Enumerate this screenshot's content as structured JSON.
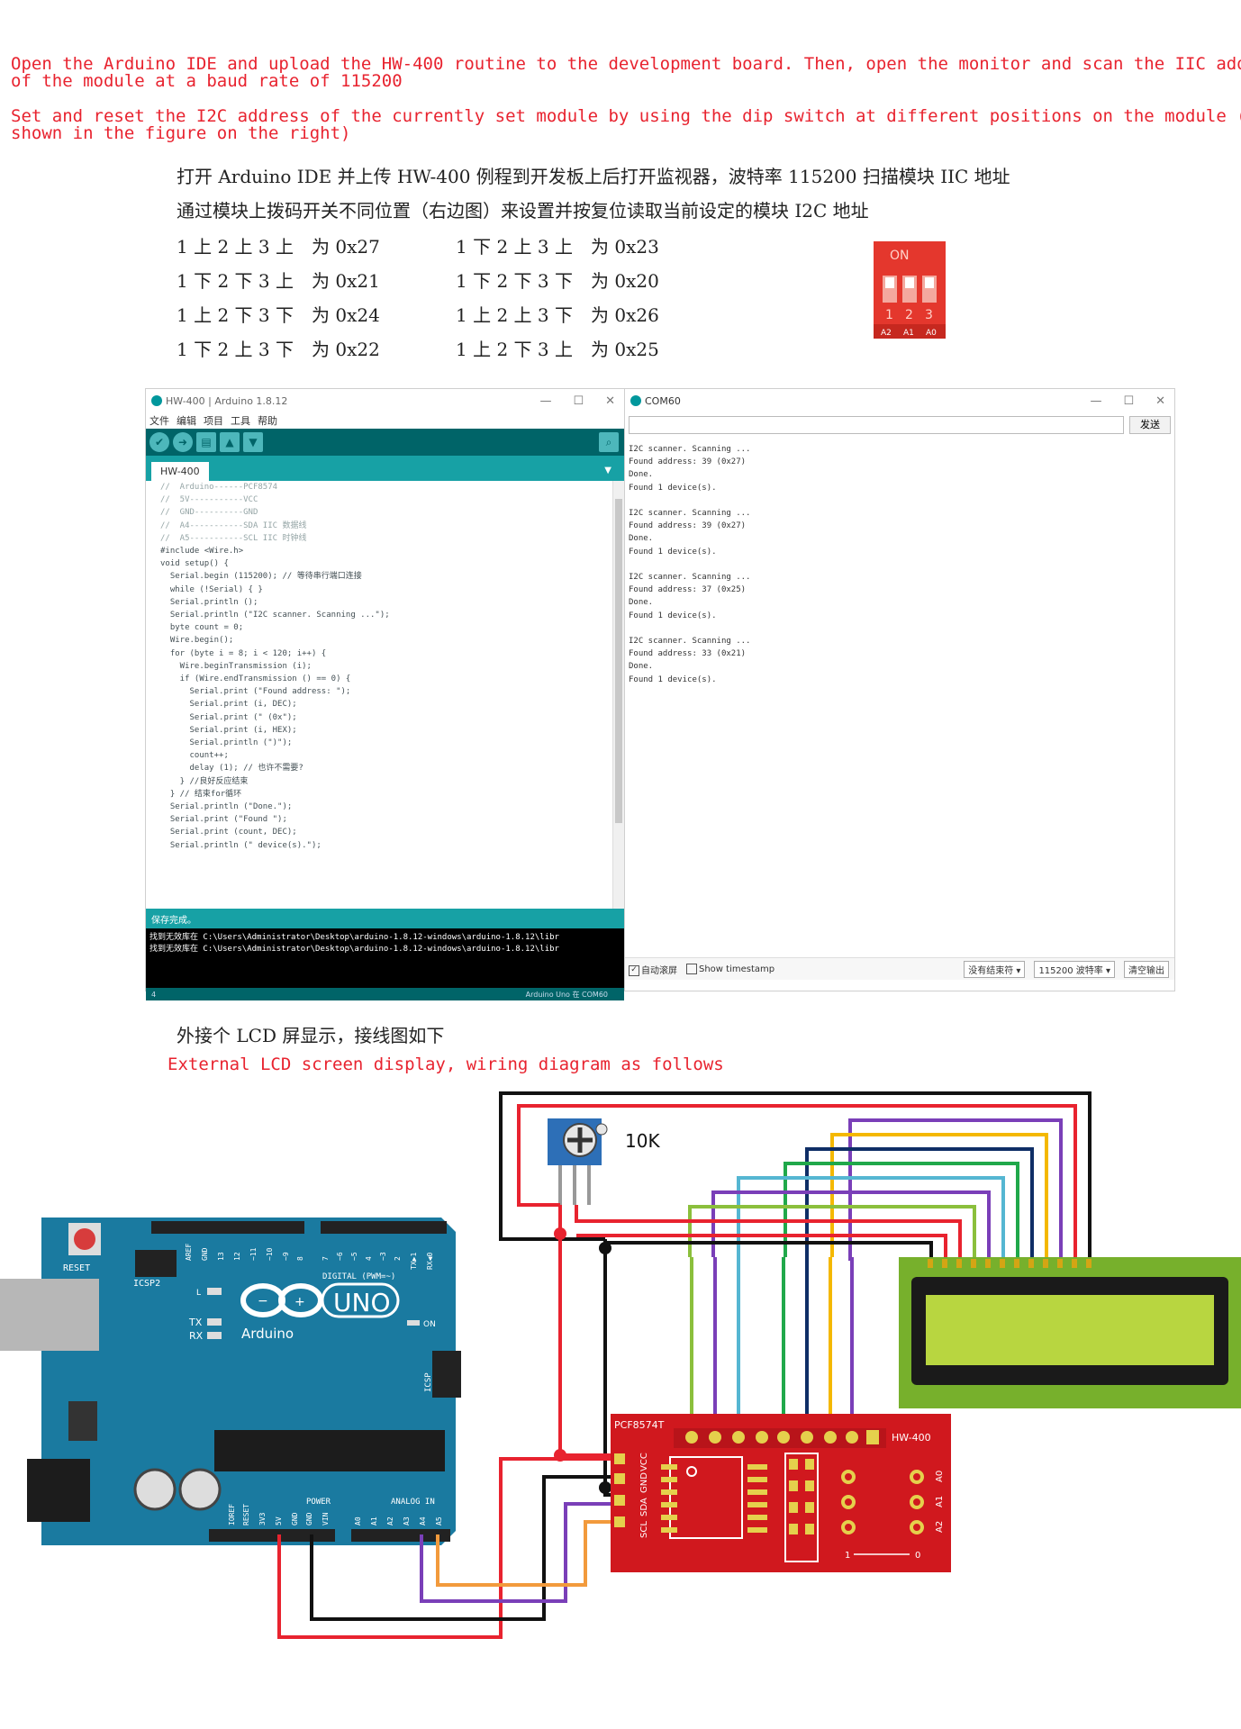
{
  "intro": {
    "en_line1": "Open the Arduino IDE and upload the HW-400 routine to the development board. Then, open the monitor and scan the IIC address",
    "en_line2": "of the module at a baud rate of 115200",
    "en_line3": "Set and reset the I2C address of the currently set module by using the dip switch at different positions on the module (as",
    "en_line4": "shown in the figure on the right)",
    "cn_line1": "打开 Arduino   IDE 并上传 HW-400 例程到开发板上后打开监视器，波特率 115200 扫描模块 IIC 地址",
    "cn_line2": "通过模块上拨码开关不同位置（右边图）来设置并按复位读取当前设定的模块 I2C 地址"
  },
  "address_table": [
    {
      "left_switch": "1 上 2 上 3 上",
      "left_value": "为 0x27",
      "right_switch": "1 下 2 上 3 上",
      "right_value": "为 0x23"
    },
    {
      "left_switch": "1 下 2 下 3 上",
      "left_value": "为 0x21",
      "right_switch": "1 下 2 下 3 下",
      "right_value": "为 0x20"
    },
    {
      "left_switch": "1 上 2 下 3 下",
      "left_value": "为 0x24",
      "right_switch": "1 上 2 上 3 下",
      "right_value": "为 0x26"
    },
    {
      "left_switch": "1 下 2 上 3 下",
      "left_value": "为 0x22",
      "right_switch": "1 上 2 下 3 上",
      "right_value": "为 0x25"
    }
  ],
  "dip_switch": {
    "on_label": "ON",
    "nums": [
      "1",
      "2",
      "3"
    ],
    "pins": [
      "A2",
      "A1",
      "A0"
    ],
    "color": "#e4372d"
  },
  "ide": {
    "title": "HW-400 | Arduino 1.8.12",
    "menu": [
      "文件",
      "编辑",
      "项目",
      "工具",
      "帮助"
    ],
    "tab": "HW-400",
    "code": [
      "//  Arduino------PCF8574",
      "//  5V-----------VCC",
      "//  GND----------GND",
      "//  A4-----------SDA IIC 数据线",
      "//  A5-----------SCL IIC 时钟线",
      "",
      "",
      "#include <Wire.h>",
      "",
      "void setup() {",
      "  Serial.begin (115200); // 等待串行端口连接",
      "  while (!Serial) { }",
      "  Serial.println ();",
      "  Serial.println (\"I2C scanner. Scanning ...\");",
      "  byte count = 0;",
      "  Wire.begin();",
      "  for (byte i = 8; i < 120; i++) {",
      "    Wire.beginTransmission (i);",
      "    if (Wire.endTransmission () == 0) {",
      "      Serial.print (\"Found address: \");",
      "      Serial.print (i, DEC);",
      "      Serial.print (\" (0x\");",
      "      Serial.print (i, HEX);",
      "      Serial.println (\")\");",
      "      count++;",
      "      delay (1); // 也许不需要?",
      "    } //良好反应结束",
      "  } // 结束for循环",
      "",
      "  Serial.println (\"Done.\");",
      "  Serial.print (\"Found \");",
      "  Serial.print (count, DEC);",
      "  Serial.println (\" device(s).\");"
    ],
    "status": "保存完成。",
    "console": [
      "找到无效库在 C:\\Users\\Administrator\\Desktop\\arduino-1.8.12-windows\\arduino-1.8.12\\libr",
      "找到无效库在 C:\\Users\\Administrator\\Desktop\\arduino-1.8.12-windows\\arduino-1.8.12\\libr"
    ],
    "line_number": "4",
    "board": "Arduino Uno 在 COM60"
  },
  "monitor": {
    "title": "COM60",
    "send": "发送",
    "output": [
      "I2C scanner. Scanning ...",
      "Found address: 39 (0x27)",
      "Done.",
      "Found 1 device(s).",
      "",
      "I2C scanner. Scanning ...",
      "Found address: 39 (0x27)",
      "Done.",
      "Found 1 device(s).",
      "",
      "I2C scanner. Scanning ...",
      "Found address: 37 (0x25)",
      "Done.",
      "Found 1 device(s).",
      "",
      "I2C scanner. Scanning ...",
      "Found address: 33 (0x21)",
      "Done.",
      "Found 1 device(s)."
    ],
    "autoscroll": "自动滚屏",
    "timestamp": "Show timestamp",
    "line_ending": "没有结束符",
    "baud": "115200 波特率",
    "clear": "清空输出"
  },
  "lcd_section": {
    "cn": "外接个 LCD 屏显示，接线图如下",
    "en": "External LCD screen display, wiring diagram as follows"
  },
  "diagram": {
    "pot_label": "10K",
    "arduino": {
      "reset": "RESET",
      "icsp2": "ICSP2",
      "digital": "DIGITAL (PWM=~)",
      "brand": "Arduino",
      "model": "UNO",
      "on": "ON",
      "tx": "TX",
      "rx": "RX",
      "l": "L",
      "icsp": "ICSP",
      "power": "POWER",
      "analog": "ANALOG IN",
      "top_pins": [
        "AREF",
        "GND",
        "13",
        "12",
        "~11",
        "~10",
        "~9",
        "8",
        "7",
        "~6",
        "~5",
        "4",
        "~3",
        "2",
        "TX▶1",
        "RX◀0"
      ],
      "power_pins": [
        "IOREF",
        "RESET",
        "3V3",
        "5V",
        "GND",
        "GND",
        "VIN"
      ],
      "analog_pins": [
        "A0",
        "A1",
        "A2",
        "A3",
        "A4",
        "A5"
      ]
    },
    "module": {
      "chip": "PCF8574T",
      "name": "HW-400",
      "pins": [
        "SCL",
        "SDA",
        "GND",
        "VCC"
      ],
      "addr_pins": [
        "A0",
        "A1",
        "A2"
      ],
      "jumper_left": "1",
      "jumper_right": "0"
    },
    "colors": {
      "red": "#e8232f",
      "black": "#111111",
      "purple": "#7a3fb8",
      "orange": "#f29a3c"
    }
  }
}
